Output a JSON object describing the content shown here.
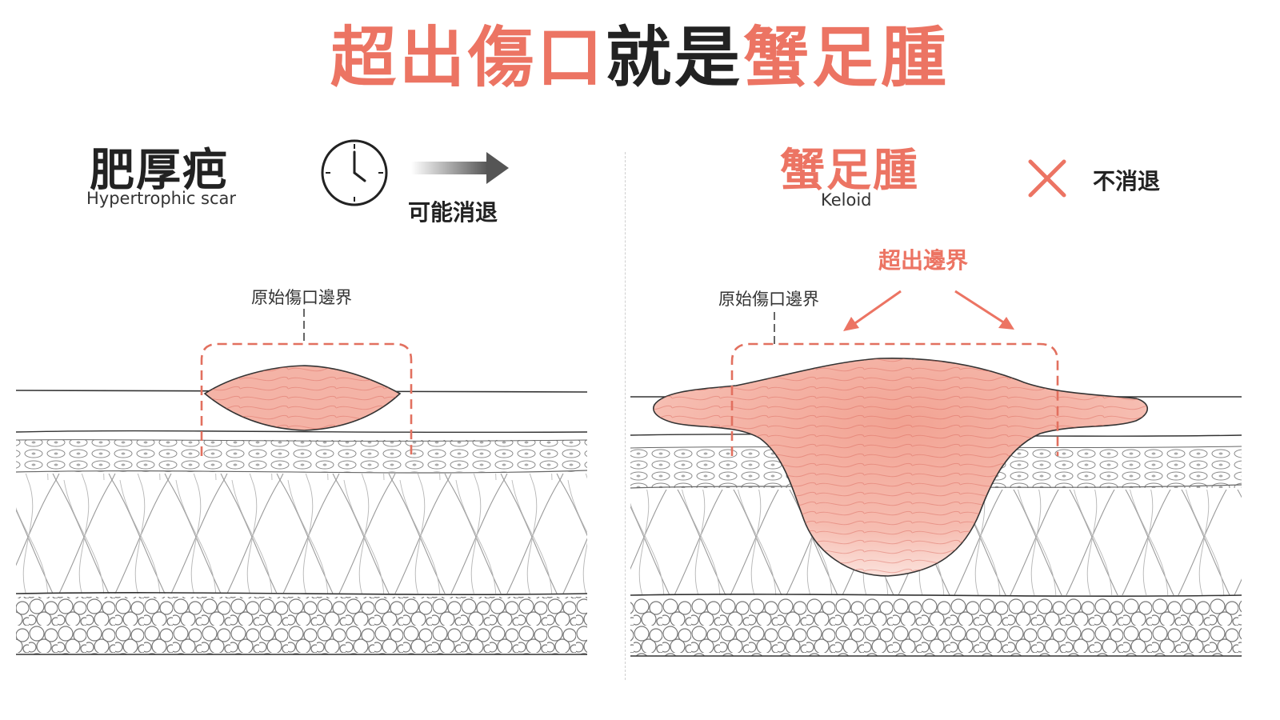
{
  "title": {
    "part1": "超出傷口",
    "part2": "就是",
    "part3": "蟹足腫"
  },
  "left": {
    "heading_cn": "肥厚疤",
    "heading_en": "Hypertrophic scar",
    "note": "可能消退",
    "boundary_label": "原始傷口邊界",
    "icon": "clock-icon"
  },
  "right": {
    "heading_cn": "蟹足腫",
    "heading_en": "Keloid",
    "note": "不消退",
    "exceed_label": "超出邊界",
    "boundary_label": "原始傷口邊界",
    "icon": "cross-icon"
  },
  "colors": {
    "accent": "#ec7463",
    "scar_fill": "#f4b3a6",
    "line": "#333333"
  }
}
